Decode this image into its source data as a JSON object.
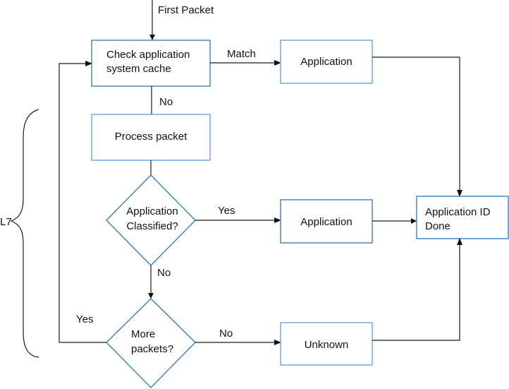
{
  "diagram": {
    "entry_label": "First Packet",
    "nodes": {
      "check_cache": {
        "line1": "Check application",
        "line2": "system cache"
      },
      "app_match": {
        "label": "Application"
      },
      "process_packet": {
        "label": "Process packet"
      },
      "classified": {
        "line1": "Application",
        "line2": "Classified?"
      },
      "app_classified": {
        "label": "Application"
      },
      "done": {
        "line1": "Application ID",
        "line2": "Done"
      },
      "more_packets": {
        "line1": "More",
        "line2": "packets?"
      },
      "unknown": {
        "label": "Unknown"
      }
    },
    "edges": {
      "match": "Match",
      "cache_no": "No",
      "classified_yes": "Yes",
      "classified_no": "No",
      "more_yes": "Yes",
      "more_no": "No"
    },
    "brace_label": "L7",
    "colors": {
      "box_border": "#2e75b6",
      "line": "#1a1a1a"
    }
  }
}
